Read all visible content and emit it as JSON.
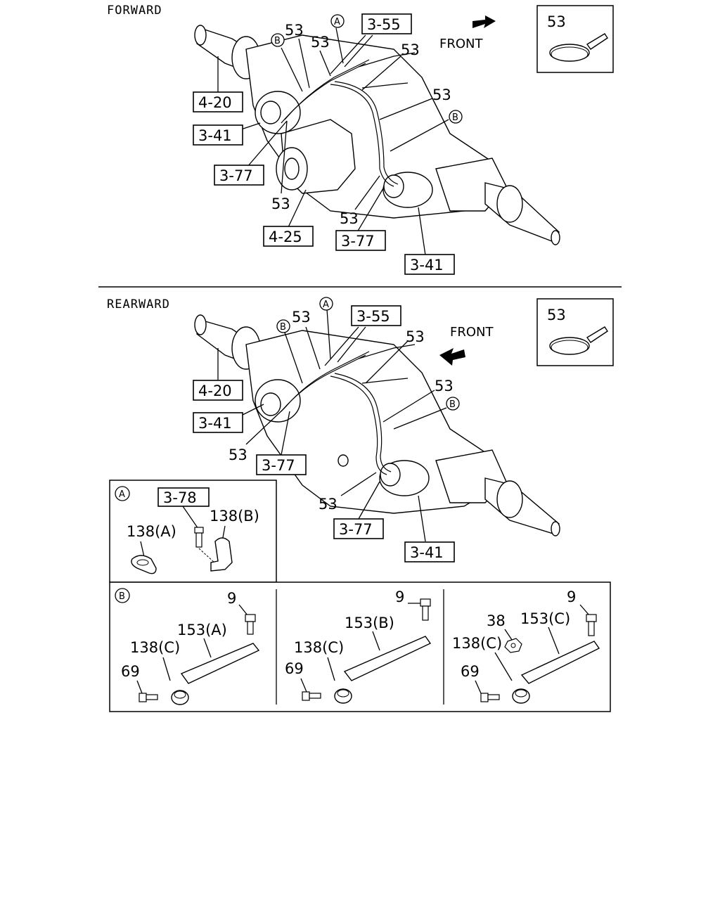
{
  "sections": {
    "forward": {
      "title": "FORWARD",
      "front_label": "FRONT",
      "detail_part": "53",
      "refs": [
        "3-55",
        "4-20",
        "3-41",
        "3-77",
        "4-25",
        "3-77",
        "3-41"
      ],
      "part_labels": [
        "53",
        "53",
        "53",
        "53",
        "53",
        "53"
      ],
      "markers": [
        "A",
        "B",
        "B"
      ]
    },
    "rearward": {
      "title": "REARWARD",
      "front_label": "FRONT",
      "detail_part": "53",
      "refs": [
        "3-55",
        "4-20",
        "3-41",
        "3-77",
        "3-77",
        "3-41"
      ],
      "part_labels": [
        "53",
        "53",
        "53",
        "53",
        "53"
      ],
      "markers": [
        "A",
        "B",
        "B"
      ]
    }
  },
  "detail_a": {
    "marker": "A",
    "ref": "3-78",
    "parts": [
      "138(A)",
      "138(B)"
    ]
  },
  "detail_b": {
    "marker": "B",
    "panels": [
      {
        "parts": [
          "9",
          "153(A)",
          "138(C)",
          "69"
        ]
      },
      {
        "parts": [
          "9",
          "153(B)",
          "138(C)",
          "69"
        ]
      },
      {
        "parts": [
          "9",
          "38",
          "153(C)",
          "138(C)",
          "69"
        ]
      }
    ]
  }
}
